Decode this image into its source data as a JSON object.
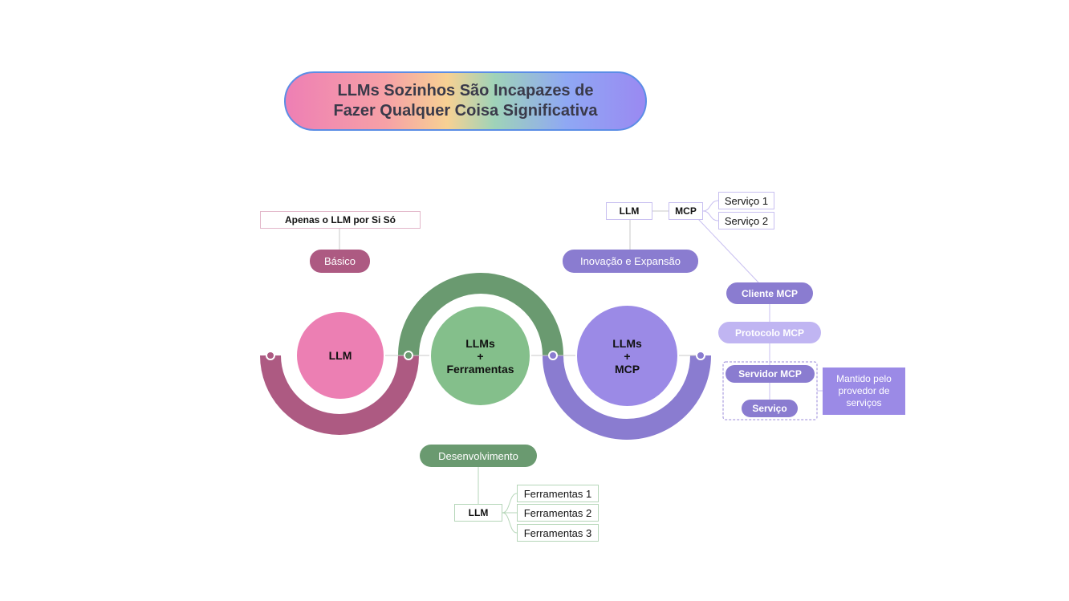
{
  "title": {
    "line1": "LLMs Sozinhos São Incapazes de",
    "line2": "Fazer Qualquer Coisa Significativa"
  },
  "stages": {
    "basic": {
      "circle_label": "LLM",
      "pill_label": "Básico",
      "description": "Apenas o LLM por Si Só",
      "color": "#ad5a82"
    },
    "development": {
      "circle_line1": "LLMs",
      "circle_line2": "+",
      "circle_line3": "Ferramentas",
      "pill_label": "Desenvolvimento",
      "llm_label": "LLM",
      "tools": [
        "Ferramentas 1",
        "Ferramentas 2",
        "Ferramentas 3"
      ],
      "color": "#6a9a70"
    },
    "innovation": {
      "circle_line1": "LLMs",
      "circle_line2": "+",
      "circle_line3": "MCP",
      "pill_label": "Inovação e Expansão",
      "llm_label": "LLM",
      "mcp_label": "MCP",
      "services": [
        "Serviço 1",
        "Serviço 2"
      ],
      "color": "#8a7cd0"
    }
  },
  "mcp_flow": {
    "client": "Cliente MCP",
    "protocol": "Protocolo MCP",
    "server": "Servidor MCP",
    "service": "Serviço",
    "note_line1": "Mantido pelo",
    "note_line2": "provedor de",
    "note_line3": "serviços"
  }
}
